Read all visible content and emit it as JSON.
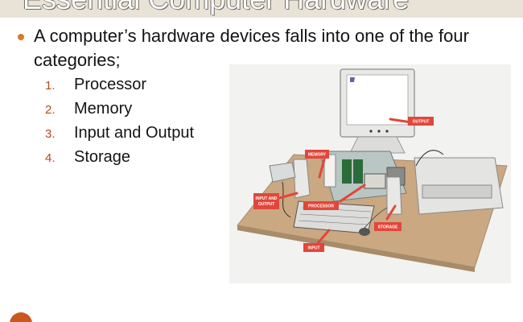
{
  "slide": {
    "title": "Essential Computer Hardware",
    "bullet": "A computer’s hardware devices falls into one of the four categories;",
    "items": [
      {
        "num": "1.",
        "label": "Processor"
      },
      {
        "num": "2.",
        "label": "Memory"
      },
      {
        "num": "3.",
        "label": "Input and Output"
      },
      {
        "num": "4.",
        "label": "Storage"
      }
    ]
  },
  "illustration": {
    "labels": {
      "output": "OUTPUT",
      "memory": "MEMORY",
      "input_output_1": "INPUT AND",
      "input_output_2": "OUTPUT",
      "processor": "PROCESSOR",
      "storage": "STORAGE",
      "input": "INPUT"
    }
  },
  "colors": {
    "accent": "#d77a2c",
    "number": "#b64a1d",
    "callout": "#e2463a"
  }
}
